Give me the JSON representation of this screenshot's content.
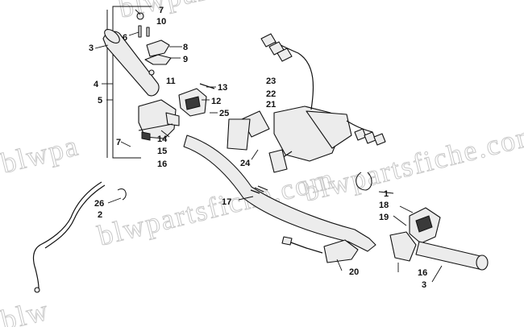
{
  "watermark": {
    "top": "blwpartsfiche",
    "left": "blwpa",
    "center": "blwpartsfiche.com",
    "bottom_right": "blwpartsfiche.com",
    "bottom_left": "blw"
  },
  "callouts": {
    "c7_top": "7",
    "c10": "10",
    "c6": "6",
    "c3_top": "3",
    "c8": "8",
    "c9": "9",
    "c11": "11",
    "c4": "4",
    "c5": "5",
    "c13": "13",
    "c12": "12",
    "c23": "23",
    "c22": "22",
    "c21": "21",
    "c25": "25",
    "c7_mid": "7",
    "c14": "14",
    "c15": "15",
    "c16_left": "16",
    "c24": "24",
    "c17": "17",
    "c26": "26",
    "c2": "2",
    "c1": "1",
    "c18": "18",
    "c19": "19",
    "c20": "20",
    "c16_right": "16",
    "c3_bottom": "3"
  }
}
